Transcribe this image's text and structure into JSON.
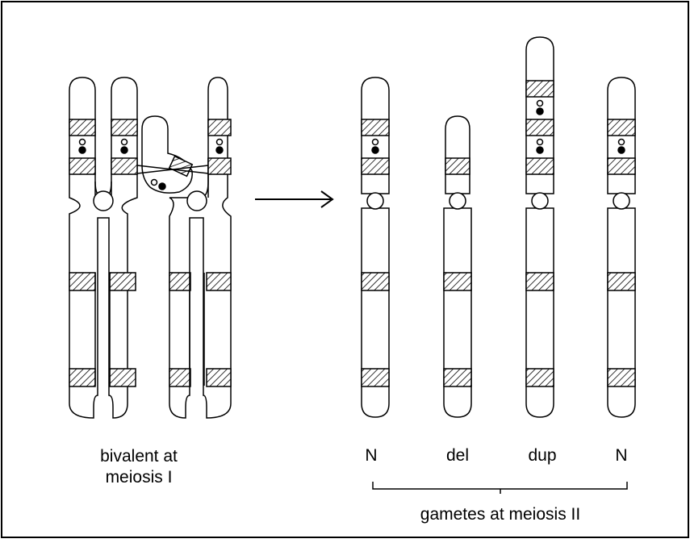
{
  "labels": {
    "bivalent_line1": "bivalent at",
    "bivalent_line2": "meiosis I",
    "gamete_N1": "N",
    "gamete_del": "del",
    "gamete_dup": "dup",
    "gamete_N2": "N",
    "gametes_caption": "gametes at meiosis II"
  },
  "colors": {
    "stroke": "#000000",
    "background": "#ffffff"
  }
}
